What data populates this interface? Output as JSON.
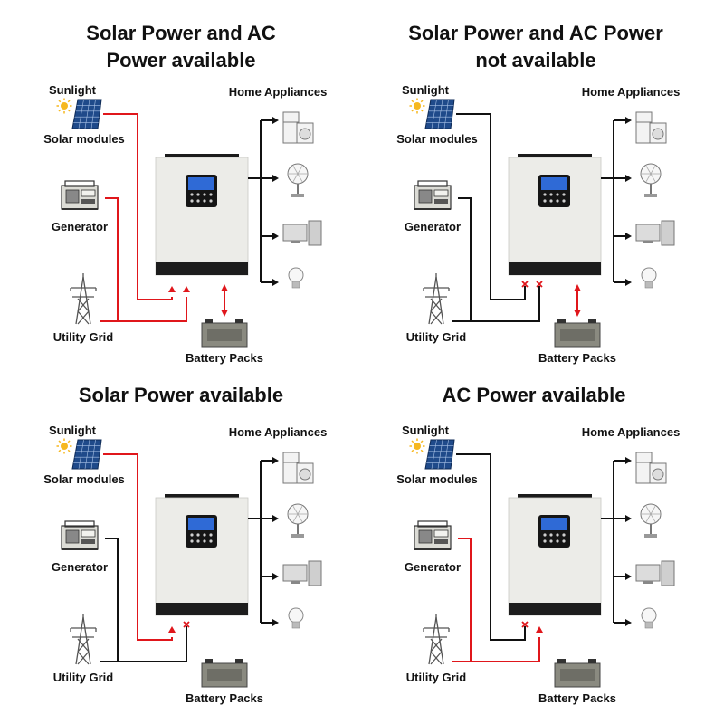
{
  "scenarios": [
    {
      "title": "Solar Power and AC\nPower available",
      "labels": {
        "sunlight": "Sunlight",
        "solar": "Solar modules",
        "generator": "Generator",
        "grid": "Utility Grid",
        "appliances": "Home Appliances",
        "battery": "Battery Packs"
      },
      "solar_active": true,
      "generator_active": true,
      "grid_active": true,
      "battery_active": true,
      "solar_input_blocked": false,
      "ac_input_blocked": false
    },
    {
      "title": "Solar Power and AC Power\nnot available",
      "labels": {
        "sunlight": "Sunlight",
        "solar": "Solar modules",
        "generator": "Generator",
        "grid": "Utility Grid",
        "appliances": "Home Appliances",
        "battery": "Battery Packs"
      },
      "solar_active": false,
      "generator_active": false,
      "grid_active": false,
      "battery_active": true,
      "solar_input_blocked": true,
      "ac_input_blocked": true
    },
    {
      "title": "Solar Power available",
      "labels": {
        "sunlight": "Sunlight",
        "solar": "Solar modules",
        "generator": "Generator",
        "grid": "Utility Grid",
        "appliances": "Home Appliances",
        "battery": "Battery Packs"
      },
      "solar_active": true,
      "generator_active": false,
      "grid_active": false,
      "battery_active": false,
      "solar_input_blocked": false,
      "ac_input_blocked": true
    },
    {
      "title": "AC Power available",
      "labels": {
        "sunlight": "Sunlight",
        "solar": "Solar modules",
        "generator": "Generator",
        "grid": "Utility Grid",
        "appliances": "Home Appliances",
        "battery": "Battery Packs"
      },
      "solar_active": false,
      "generator_active": true,
      "grid_active": true,
      "battery_active": false,
      "solar_input_blocked": true,
      "ac_input_blocked": false
    }
  ],
  "colors": {
    "active": "#e0161b",
    "inactive": "#111111",
    "inverter_body": "#ecece8",
    "inverter_band": "#1d1d1d"
  }
}
